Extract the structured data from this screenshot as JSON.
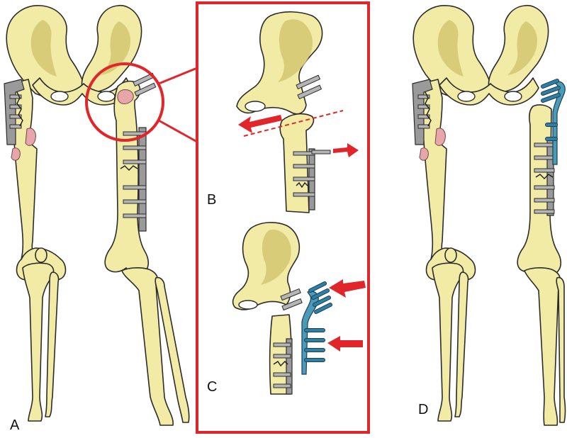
{
  "figure": {
    "panel_labels": {
      "a": "A",
      "b": "B",
      "c": "C",
      "d": "D"
    },
    "colors": {
      "bone_fill": "#f2eba6",
      "bone_outline": "#2b2b2b",
      "metal_plate": "#9a9a9a",
      "new_plate": "#4a9ab8",
      "highlight": "#e0262a",
      "cement": "#e8a6aa"
    }
  }
}
